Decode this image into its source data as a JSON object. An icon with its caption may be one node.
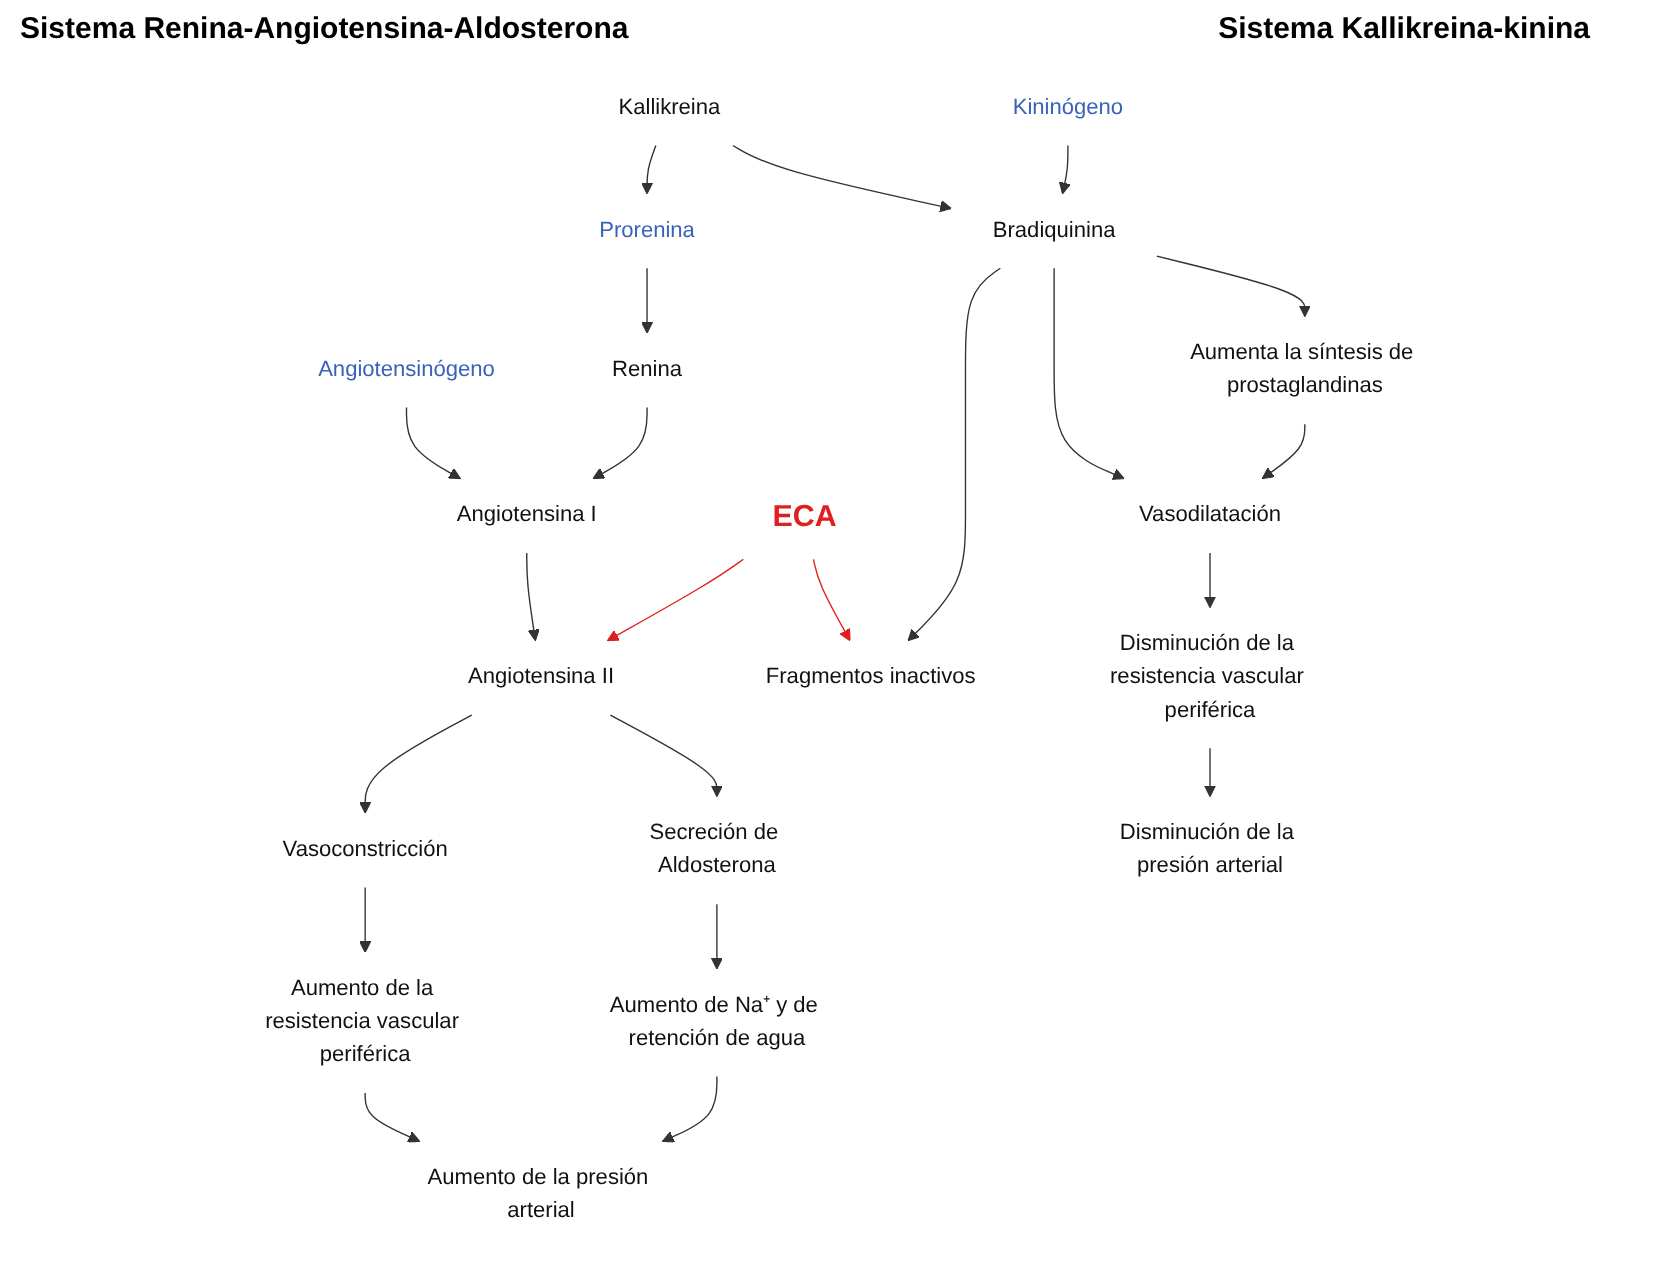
{
  "diagram": {
    "nodes": [
      {
        "text": [
          "Angiotensinógeno"
        ]
      },
      {
        "text": [
          "Renina"
        ]
      },
      {
        "text": [
          "Prorenina"
        ]
      },
      {
        "text": [
          "Kallikreina"
        ]
      },
      {
        "text": [
          "Kininógeno"
        ]
      },
      {
        "text": [
          "Angiotensina I"
        ]
      },
      {
        "text": [
          "Bradiquinina"
        ]
      },
      {
        "text": [
          "ECA"
        ]
      },
      {
        "text": [
          "Angiotensina II"
        ]
      },
      {
        "text": [
          "Fragmentos inactivos"
        ]
      },
      {
        "text": [
          "Aumenta la síntesis de prostaglandinas"
        ]
      },
      {
        "text": [
          "Vasoconstricción"
        ]
      },
      {
        "text": [
          "Secreción de Aldosterona"
        ]
      },
      {
        "text": [
          "Vasodilatación"
        ]
      },
      {
        "text": [
          "Aumento de la resistencia vascular periférica"
        ]
      },
      {
        "text": [
          "Aumento de Na⁺ y de retención de agua"
        ]
      },
      {
        "text": [
          "Disminución de la resistencia vascular periférica"
        ]
      },
      {
        "text": [
          "Aumento de la presión arterial"
        ]
      },
      {
        "text": [
          "Disminución de la presión arterial"
        ]
      }
    ],
    "edges": [
      {
        "from": 0,
        "to": 5,
        "arrow": "to"
      },
      {
        "from": 1,
        "to": 5,
        "arrow": "to"
      },
      {
        "from": 2,
        "to": 1,
        "arrow": "to"
      },
      {
        "from": 3,
        "to": 2,
        "arrow": "to"
      },
      {
        "from": 3,
        "to": 6,
        "arrow": "to"
      },
      {
        "from": 4,
        "to": 6,
        "arrow": "to"
      },
      {
        "from": 5,
        "to": 8,
        "arrow": "to"
      },
      {
        "from": 7,
        "to": 8,
        "arrow": "to",
        "color": "#e02020"
      },
      {
        "from": 7,
        "to": 9,
        "arrow": "to",
        "color": "#e02020"
      },
      {
        "from": 6,
        "to": 9,
        "arrow": "to"
      },
      {
        "from": 6,
        "to": 10,
        "arrow": "to"
      },
      {
        "from": 6,
        "to": 13,
        "arrow": "to"
      },
      {
        "from": 10,
        "to": 13,
        "arrow": "to"
      },
      {
        "from": 8,
        "to": 11,
        "arrow": "to"
      },
      {
        "from": 8,
        "to": 12,
        "arrow": "to"
      },
      {
        "from": 11,
        "to": 14,
        "arrow": "to"
      },
      {
        "from": 12,
        "to": 15,
        "arrow": "to"
      },
      {
        "from": 14,
        "to": 17,
        "arrow": "to"
      },
      {
        "from": 15,
        "to": 17,
        "arrow": "to"
      },
      {
        "from": 13,
        "to": 16,
        "arrow": "to"
      },
      {
        "from": 16,
        "to": 18,
        "arrow": "to"
      }
    ],
    "labels": [
      "Sistema Renina-Angiotensina-Aldosterona",
      "Sistema Kallikreina-kinina"
    ]
  }
}
